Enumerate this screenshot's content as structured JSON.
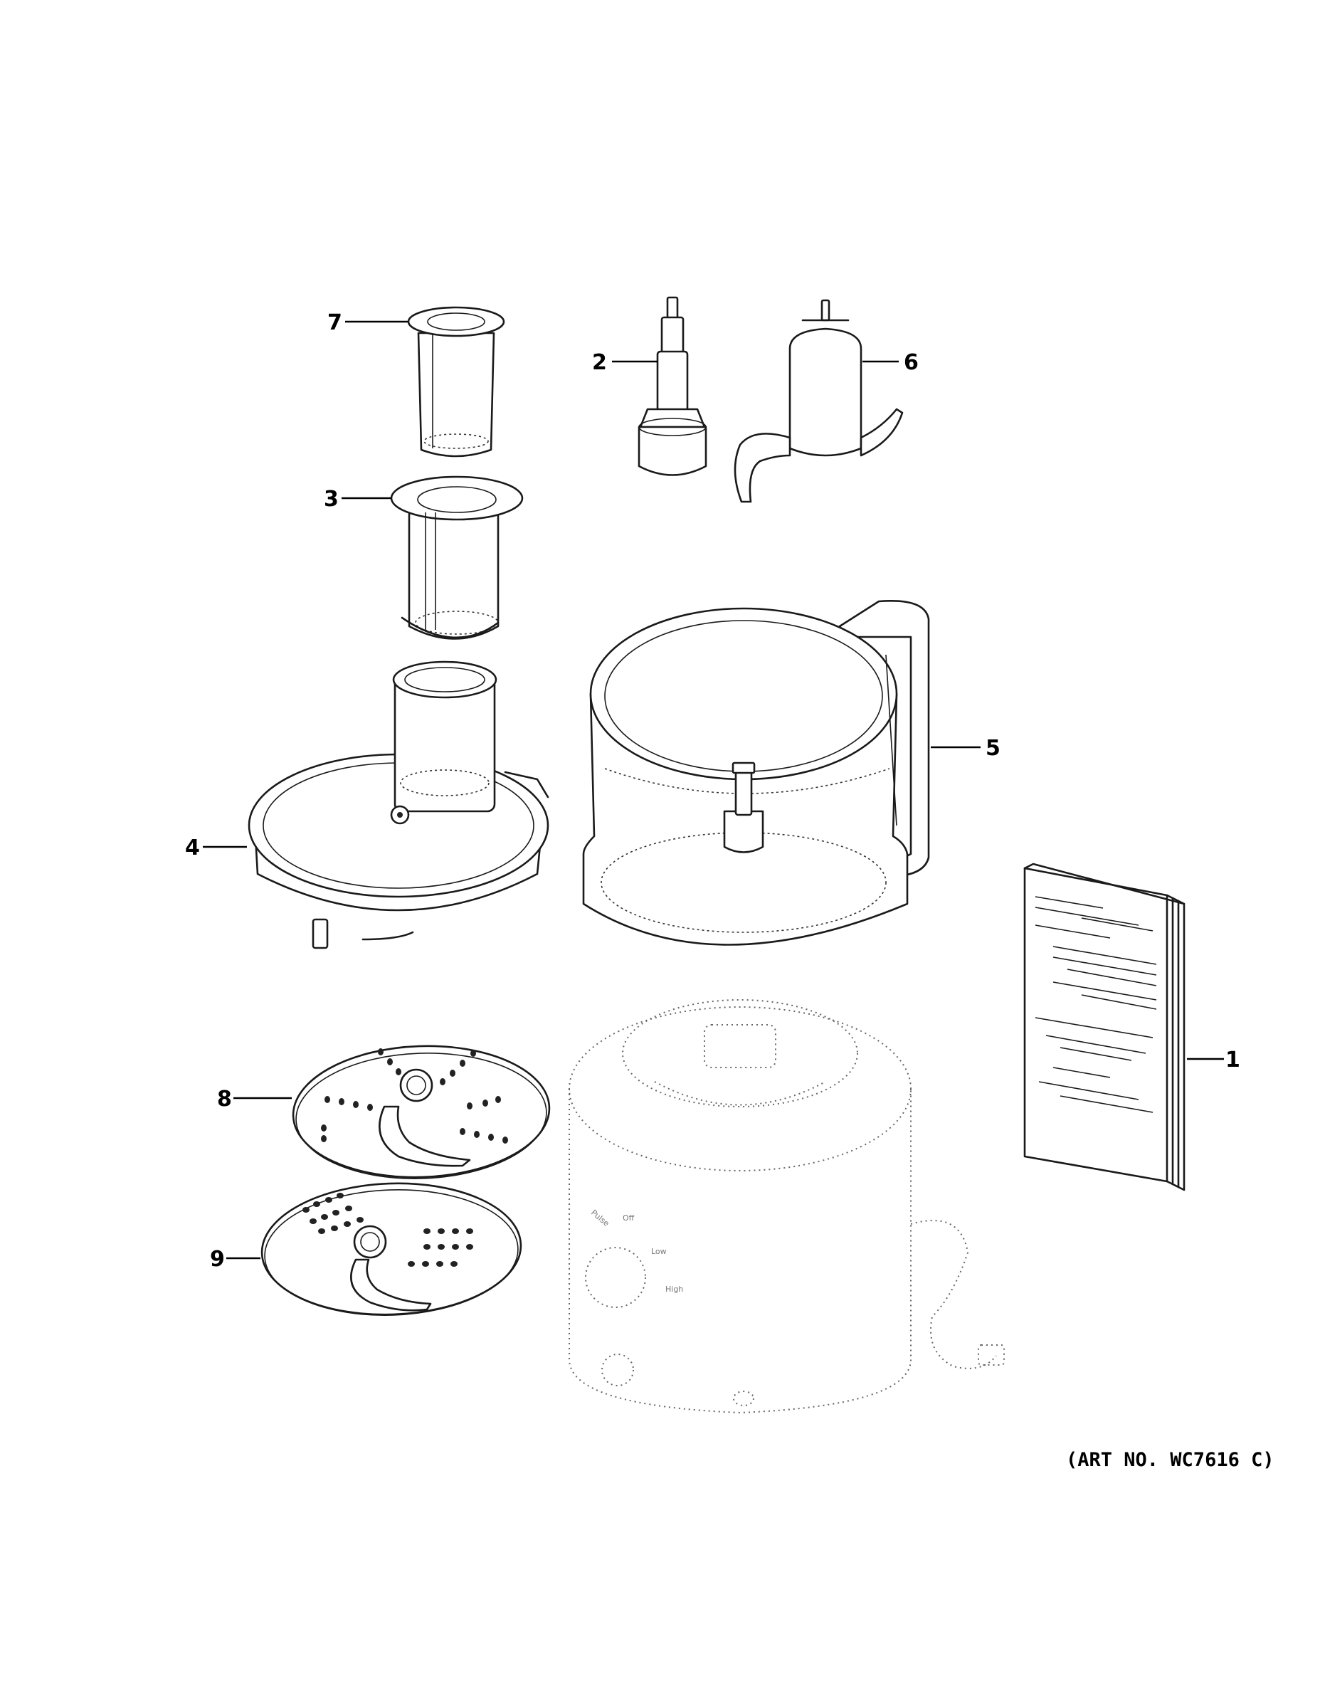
{
  "art_number": "(ART NO. WC7616 C)",
  "callouts": [
    {
      "id": "c7",
      "label": "7"
    },
    {
      "id": "c2",
      "label": "2"
    },
    {
      "id": "c6",
      "label": "6"
    },
    {
      "id": "c3",
      "label": "3"
    },
    {
      "id": "c5",
      "label": "5"
    },
    {
      "id": "c4",
      "label": "4"
    },
    {
      "id": "c1",
      "label": "1"
    },
    {
      "id": "c8",
      "label": "8"
    },
    {
      "id": "c9",
      "label": "9"
    }
  ],
  "base_dial_labels": [
    "Pulse",
    "Off",
    "Low",
    "High"
  ]
}
